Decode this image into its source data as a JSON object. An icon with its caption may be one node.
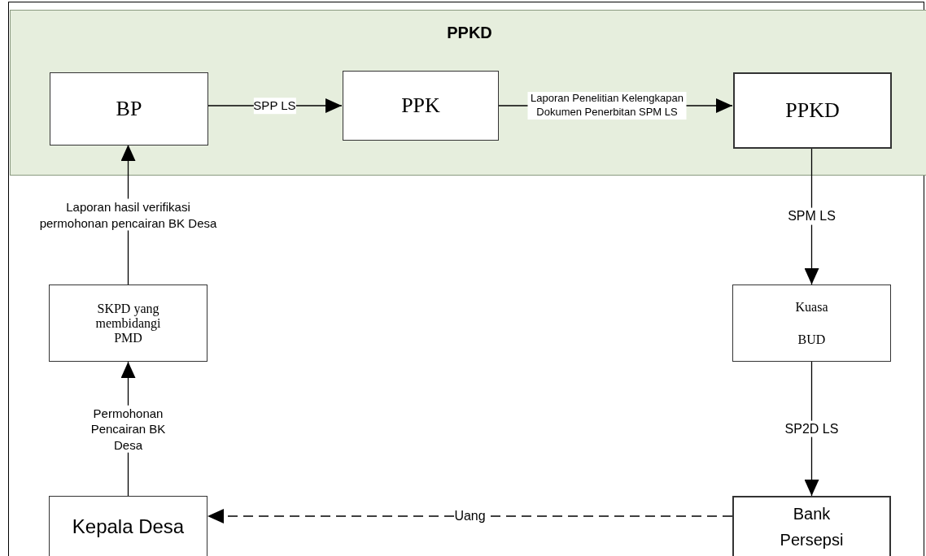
{
  "diagram": {
    "nodes": [
      {
        "text": [
          "PPKD"
        ]
      },
      {
        "text": [
          "BP"
        ],
        "in": 0
      },
      {
        "text": [
          "PPK"
        ],
        "in": 0
      },
      {
        "text": [
          "PPKD"
        ],
        "in": 0
      },
      {
        "text": [
          "SKPD yang membidangi PMD"
        ]
      },
      {
        "text": [
          "Kuasa BUD"
        ]
      },
      {
        "text": [
          "Kepala Desa"
        ]
      },
      {
        "text": [
          "Bank Persepsi"
        ]
      }
    ],
    "edges": [
      {
        "from": 1,
        "to": 2,
        "arrow": "to",
        "label": "SPP LS"
      },
      {
        "from": 2,
        "to": 3,
        "arrow": "to",
        "label": "Laporan Penelitian Kelengkapan Dokumen Penerbitan SPM LS"
      },
      {
        "from": 3,
        "to": 5,
        "arrow": "to",
        "label": "SPM LS"
      },
      {
        "from": 5,
        "to": 7,
        "arrow": "to",
        "label": "SP2D LS"
      },
      {
        "from": 7,
        "to": 6,
        "arrow": "to",
        "label": "Uang",
        "style": "dashed"
      },
      {
        "from": 6,
        "to": 4,
        "arrow": "to",
        "label": "Permohonan Pencairan BK Desa"
      },
      {
        "from": 4,
        "to": 1,
        "arrow": "to",
        "label": "Laporan hasil verifikasi permohonan pencairan BK Desa"
      }
    ]
  }
}
